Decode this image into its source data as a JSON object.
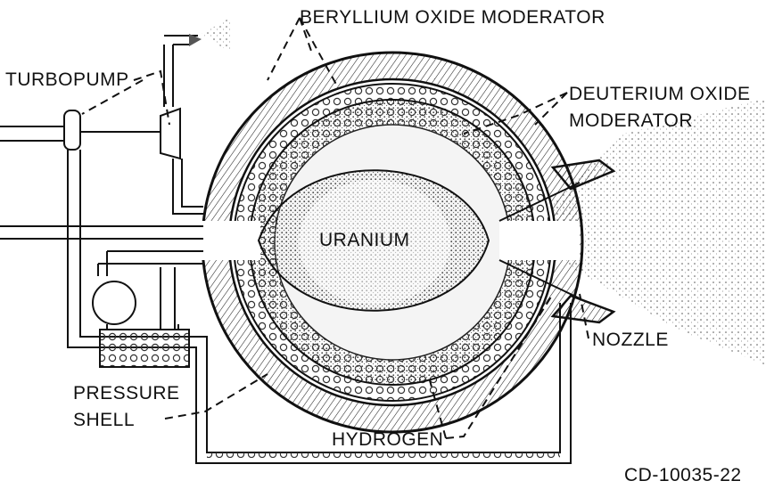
{
  "labels": {
    "beryllium": "BERYLLIUM OXIDE MODERATOR",
    "turbopump": "TURBOPUMP",
    "deuterium_1": "DEUTERIUM OXIDE",
    "deuterium_2": "MODERATOR",
    "uranium": "URANIUM",
    "nozzle": "NOZZLE",
    "pressure_1": "PRESSURE",
    "pressure_2": "SHELL",
    "hydrogen": "HYDROGEN",
    "figure_id": "CD-10035-22"
  },
  "colors": {
    "ink": "#111111",
    "paper": "#ffffff",
    "stipple": "#555555"
  }
}
